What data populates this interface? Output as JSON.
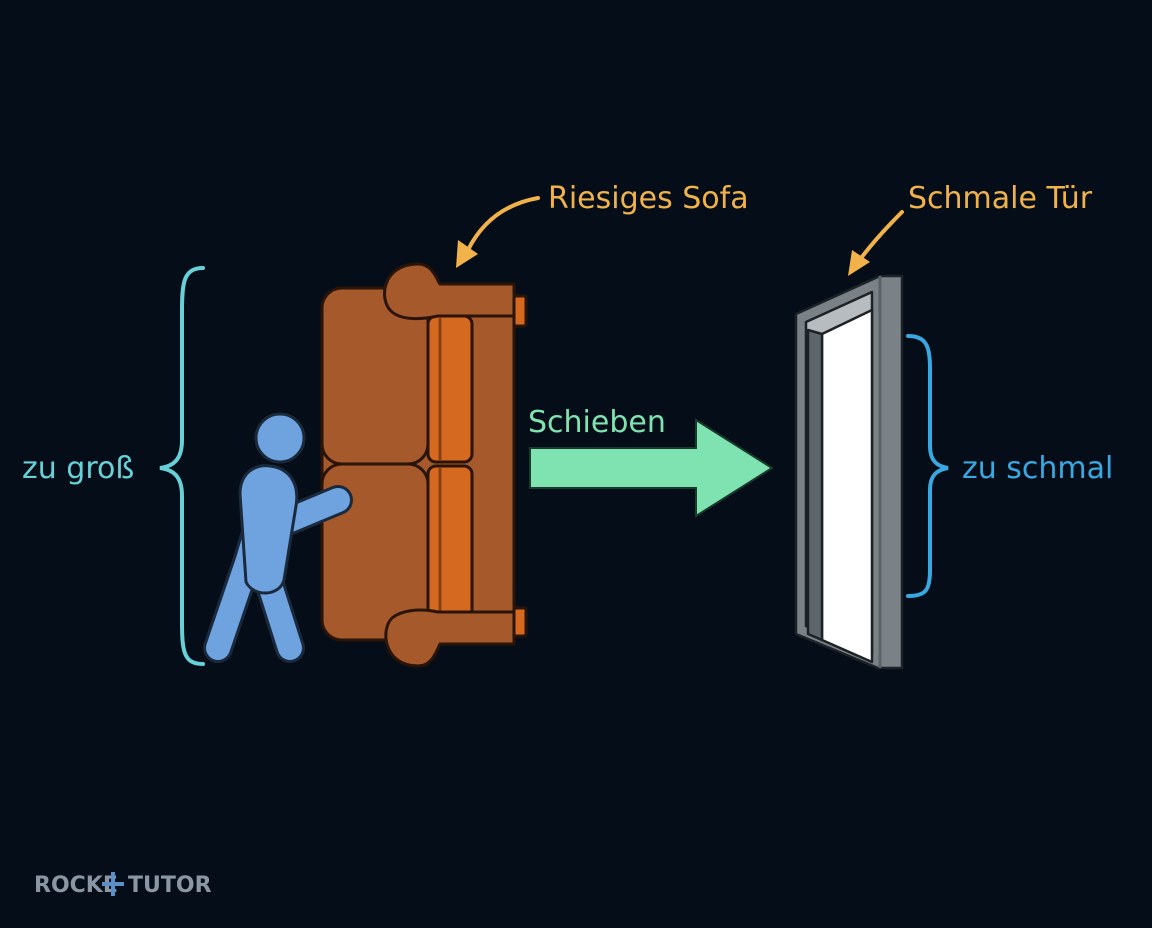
{
  "labels": {
    "sofa": "Riesiges Sofa",
    "door": "Schmale Tür",
    "push": "Schieben",
    "too_big": "zu groß",
    "too_narrow": "zu schmal"
  },
  "logo": {
    "text_left": "ROCKE",
    "text_right": "TUTOR"
  },
  "colors": {
    "background": "#050e18",
    "annotation": "#f2b24a",
    "too_big": "#66d2d8",
    "too_narrow": "#3aa8e0",
    "push_arrow": "#7ee3b0",
    "sofa": "#a65a2c",
    "sofa_cushion": "#d4691f",
    "person": "#6fa3e0",
    "door_frame": "#7a8288",
    "door_panel": "#ffffff",
    "logo": "#8a96a3"
  },
  "icons": {
    "person": "person-pushing-icon",
    "sofa": "sofa-icon",
    "door": "door-icon",
    "logo_plus": "plus-icon"
  }
}
